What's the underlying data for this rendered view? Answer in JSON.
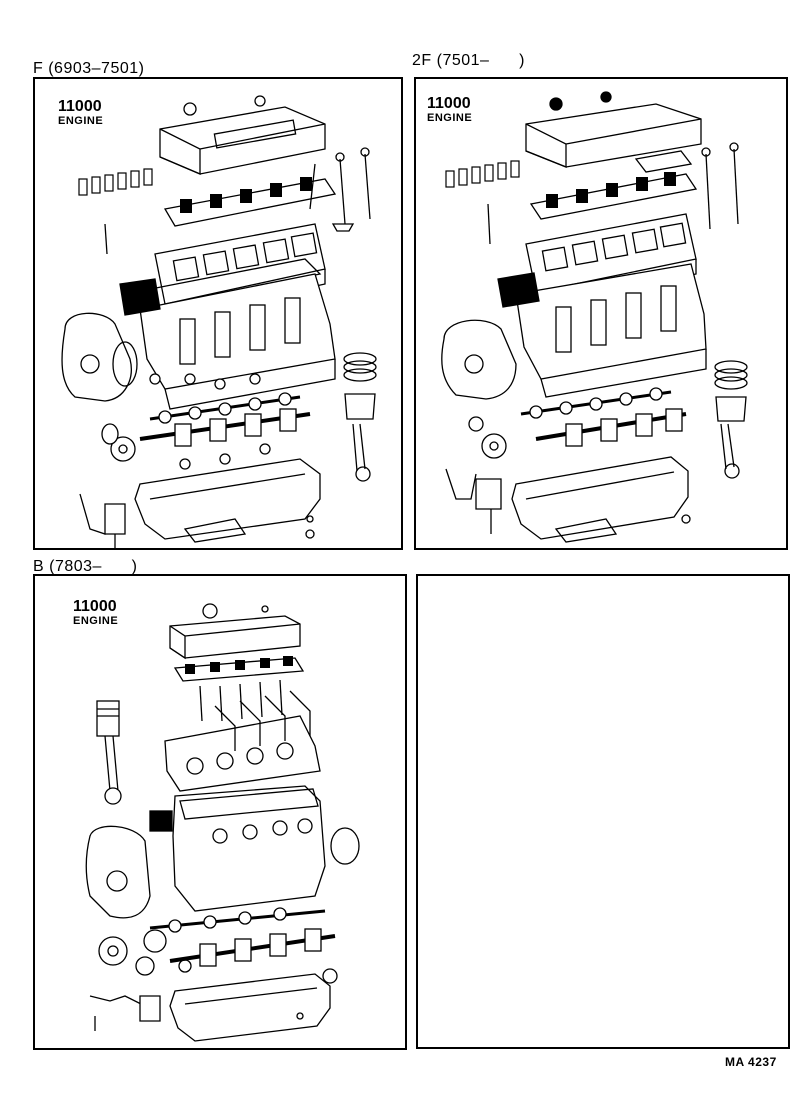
{
  "sections": [
    {
      "label": "F (6903–7501)",
      "engine_number": "11000",
      "engine_label": "ENGINE"
    },
    {
      "label": "2F (7501–      )",
      "engine_number": "11000",
      "engine_label": "ENGINE"
    },
    {
      "label": "B (7803–      )",
      "engine_number": "11000",
      "engine_label": "ENGINE"
    }
  ],
  "footer_code": "MA 4237"
}
